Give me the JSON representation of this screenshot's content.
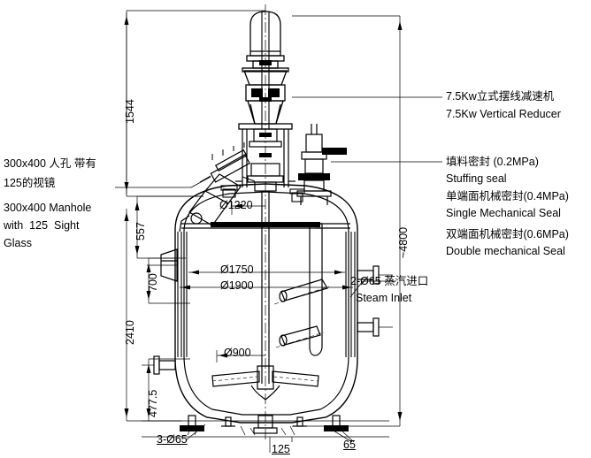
{
  "drawing": {
    "title": "Reactor Vessel General Arrangement",
    "type": "engineering-drawing",
    "background_color": "#ffffff",
    "line_color": "#000000"
  },
  "annotations": {
    "left": [
      {
        "id": "manhole",
        "cn": "300x400 人孔 带有",
        "cn2": "125的视镜",
        "en": "300x400 Manhole",
        "en2": "with  125  Sight",
        "en3": "Glass"
      }
    ],
    "right": [
      {
        "id": "reducer",
        "cn": "7.5Kw立式摆线减速机",
        "en": "7.5Kw Vertical Reducer"
      },
      {
        "id": "stuffing-seal",
        "cn": "填料密封 (0.2MPa)",
        "en": "Stuffing seal"
      },
      {
        "id": "single-mechanical-seal",
        "cn": "单端面机械密封(0.4MPa)",
        "en": "Single Mechanical Seal"
      },
      {
        "id": "double-mechanical-seal",
        "cn": "双端面机械密封(0.6MPa)",
        "en": "Double mechanical Seal"
      }
    ],
    "inner": [
      {
        "id": "steam-inlet",
        "cn": "2-Ø65 蒸汽进口",
        "en": "Steam Inlet"
      }
    ]
  },
  "dimensions": {
    "vertical_left": [
      {
        "id": "dim-1544",
        "value": "1544"
      },
      {
        "id": "dim-557",
        "value": "557"
      },
      {
        "id": "dim-700",
        "value": "700"
      },
      {
        "id": "dim-2410",
        "value": "2410"
      },
      {
        "id": "dim-477-5",
        "value": "477.5"
      }
    ],
    "vertical_right": [
      {
        "id": "dim-4800",
        "value": "~4800"
      }
    ],
    "diameters": [
      {
        "id": "dia-1220",
        "value": "Ø1220"
      },
      {
        "id": "dia-1750",
        "value": "Ø1750"
      },
      {
        "id": "dia-1900",
        "value": "Ø1900"
      },
      {
        "id": "dia-900",
        "value": "Ø900"
      }
    ],
    "bottom": [
      {
        "id": "dim-3-65",
        "value": "3-Ø65"
      },
      {
        "id": "dim-125",
        "value": "125"
      },
      {
        "id": "dim-65",
        "value": "65"
      }
    ]
  }
}
